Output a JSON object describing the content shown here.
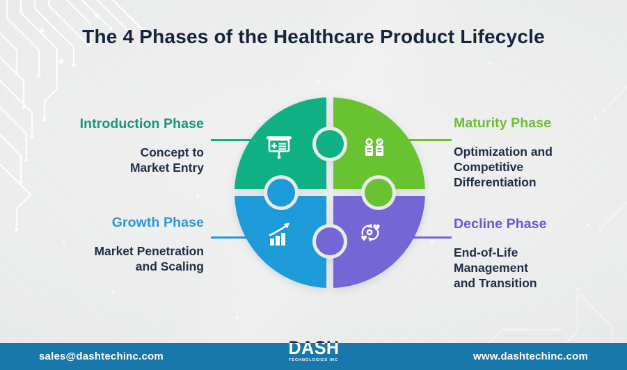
{
  "title": "The 4 Phases of the Healthcare Product Lifecycle",
  "phases": [
    {
      "id": "introduction",
      "label": "Introduction Phase",
      "description_lines": [
        "Concept to",
        "Market Entry"
      ],
      "piece_color": "#0FB184",
      "label_color": "#17947C",
      "icon": "presentation-board-medical-icon",
      "position": "top-left"
    },
    {
      "id": "maturity",
      "label": "Maturity Phase",
      "description_lines": [
        "Optimization and",
        "Competitive",
        "Differentiation"
      ],
      "piece_color": "#69C22F",
      "label_color": "#6CBF35",
      "icon": "checklist-plus-check-icon",
      "position": "top-right"
    },
    {
      "id": "growth",
      "label": "Growth Phase",
      "description_lines": [
        "Market Penetration",
        "and Scaling"
      ],
      "piece_color": "#1D9AD8",
      "label_color": "#2B95D6",
      "icon": "growth-bar-chart-icon",
      "position": "bottom-left"
    },
    {
      "id": "decline",
      "label": "Decline Phase",
      "description_lines": [
        "End-of-Life",
        "Management",
        "and Transition"
      ],
      "piece_color": "#7566D6",
      "label_color": "#6A58D0",
      "icon": "care-transition-cycle-icon",
      "position": "bottom-right"
    }
  ],
  "footer": {
    "email": "sales@dashtechinc.com",
    "website": "www.dashtechinc.com",
    "logo_title": "DASH",
    "logo_subtitle": "TECHNOLOGIES INC",
    "background_color": "#1878AB"
  },
  "colors": {
    "background": "#E9EAEA",
    "title_text": "#15243A",
    "body_text": "#1E2C44",
    "logo_dark": "#1D2A44"
  }
}
